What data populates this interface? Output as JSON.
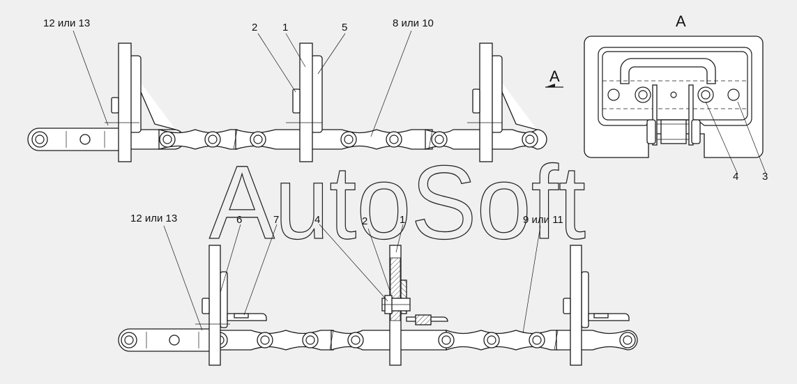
{
  "watermark": "AutoSoft",
  "view_label": "А",
  "view_arrow_label": "А",
  "top_assembly": {
    "labels": {
      "c1": "12 или 13",
      "c2": "2",
      "c3": "1",
      "c4": "5",
      "c5": "8 или 10"
    }
  },
  "bottom_assembly": {
    "labels": {
      "c1": "12 или 13",
      "c2": "6",
      "c3": "7",
      "c4": "4",
      "c5": "2",
      "c6": "1",
      "c7": "9 или 11"
    }
  },
  "detail_view": {
    "labels": {
      "c1": "4",
      "c2": "3"
    }
  }
}
